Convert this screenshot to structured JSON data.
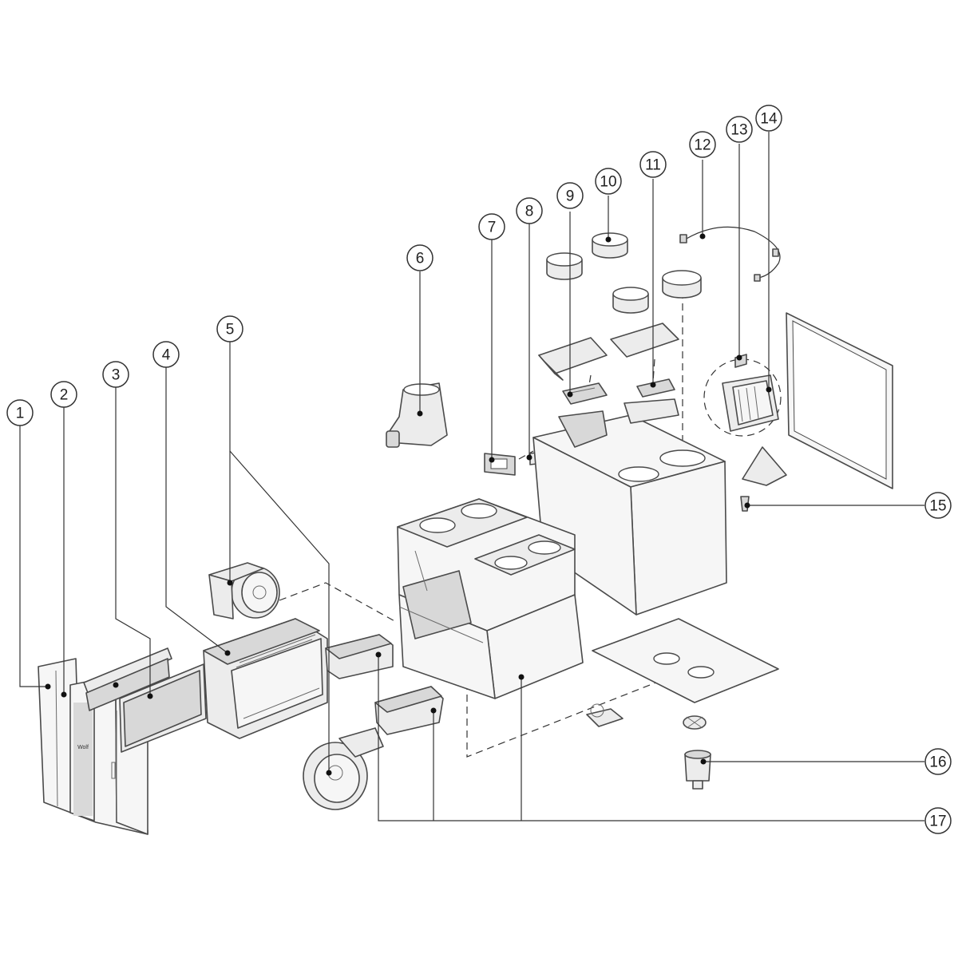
{
  "callouts": [
    {
      "id": "1",
      "label": "1"
    },
    {
      "id": "2",
      "label": "2"
    },
    {
      "id": "3",
      "label": "3"
    },
    {
      "id": "4",
      "label": "4"
    },
    {
      "id": "5",
      "label": "5"
    },
    {
      "id": "6",
      "label": "6"
    },
    {
      "id": "7",
      "label": "7"
    },
    {
      "id": "8",
      "label": "8"
    },
    {
      "id": "9",
      "label": "9"
    },
    {
      "id": "10",
      "label": "10"
    },
    {
      "id": "11",
      "label": "11"
    },
    {
      "id": "12",
      "label": "12"
    },
    {
      "id": "13",
      "label": "13"
    },
    {
      "id": "14",
      "label": "14"
    },
    {
      "id": "15",
      "label": "15"
    },
    {
      "id": "16",
      "label": "16"
    },
    {
      "id": "17",
      "label": "17"
    }
  ],
  "front_cover_brand": "Wolf"
}
